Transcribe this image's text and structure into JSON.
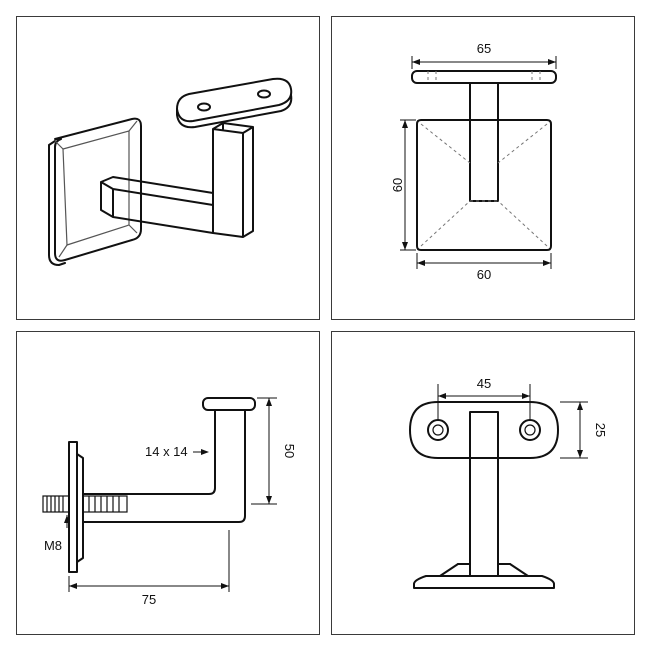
{
  "panels": {
    "front_view": {
      "width_label": "65",
      "plate_height_label": "60",
      "plate_width_label": "60"
    },
    "side_view": {
      "tube_label": "14 x 14",
      "height_label": "50",
      "thread_label": "M8",
      "length_label": "75"
    },
    "top_view": {
      "hole_spacing_label": "45",
      "saddle_width_label": "25"
    }
  },
  "colors": {
    "line": "#111111",
    "frame": "#3a3a3a",
    "background": "#ffffff"
  }
}
